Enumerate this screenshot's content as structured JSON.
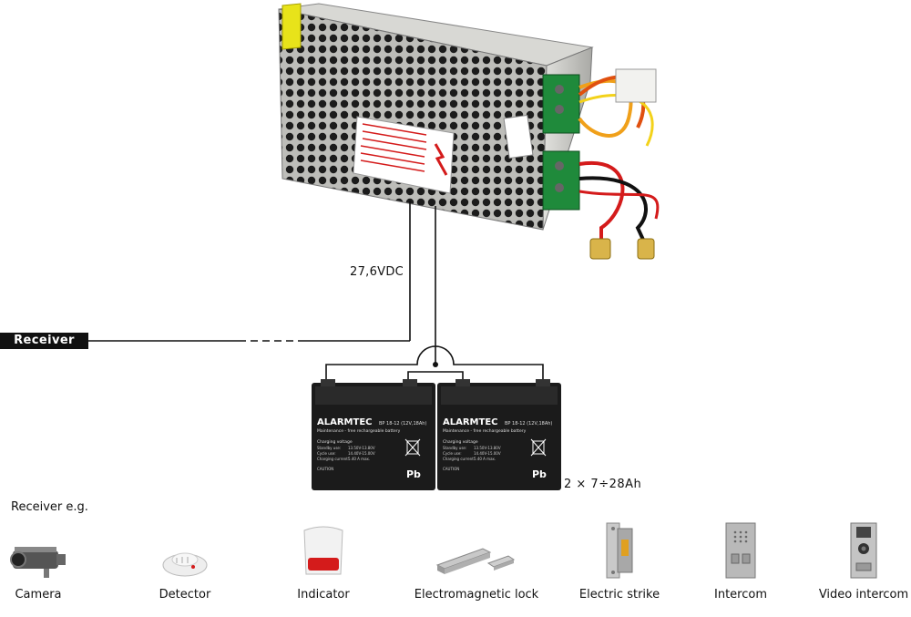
{
  "power_supply": {
    "voltage_label": "27,6VDC"
  },
  "receiver_tag": "Receiver",
  "batteries": {
    "brand": "ALARMTEC",
    "model": "BP 18-12 (12V,18Ah)",
    "subtitle": "Maintenance - free rechargeable battery",
    "charging_title": "Charging voltage",
    "charging_lines": [
      "Standby use:",
      "Cycle use:",
      "Charging current:"
    ],
    "charging_values": [
      "13.50V-13.80V",
      "14.40V-15.00V",
      "5.40 A max."
    ],
    "caution": "CAUTION",
    "chem": "Pb",
    "capacity_label": "2 × 7÷28Ah"
  },
  "receivers_heading": "Receiver e.g.",
  "devices": [
    {
      "label": "Camera",
      "icon": "camera-icon"
    },
    {
      "label": "Detector",
      "icon": "detector-icon"
    },
    {
      "label": "Indicator",
      "icon": "indicator-icon"
    },
    {
      "label": "Electromagnetic lock",
      "icon": "electromagnetic-lock-icon"
    },
    {
      "label": "Electric strike",
      "icon": "electric-strike-icon"
    },
    {
      "label": "Intercom",
      "icon": "intercom-icon"
    },
    {
      "label": "Video intercom",
      "icon": "video-intercom-icon"
    }
  ],
  "colors": {
    "wire": "#111111",
    "psu_case": "#c9c9c6",
    "battery": "#1b1b1b",
    "warning_red": "#d41b1b"
  }
}
